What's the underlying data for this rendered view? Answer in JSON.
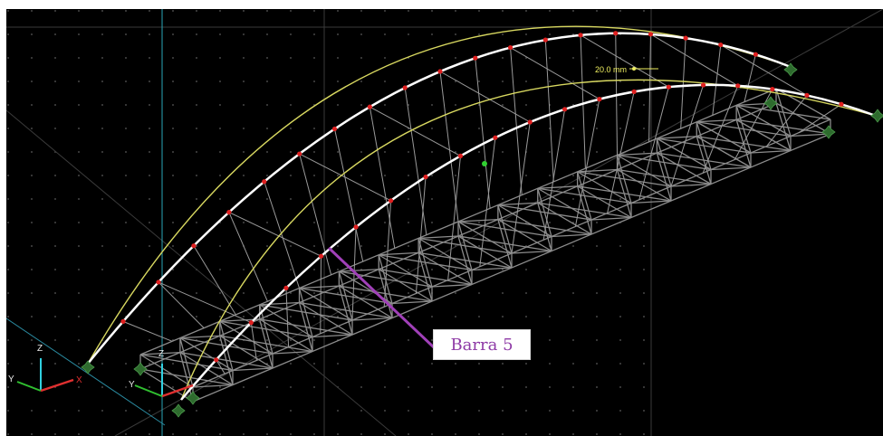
{
  "annotation": {
    "label": "Barra 5",
    "color": "#8e3aa6"
  },
  "dimension": {
    "label": "20.0 mm",
    "color": "#f0f060"
  },
  "axes": {
    "x": "X",
    "y": "Y",
    "z": "Z"
  },
  "colors": {
    "background": "#000000",
    "arch": "#ffffff",
    "arch_node": "#e02020",
    "guide_curve": "#d8d860",
    "deck_truss": "#8c8c8c",
    "support": "#2e6b2e",
    "grid_dot": "#5a5a5a",
    "axis_x": "#e03030",
    "axis_y": "#30c030",
    "axis_z": "#30d0e0"
  }
}
